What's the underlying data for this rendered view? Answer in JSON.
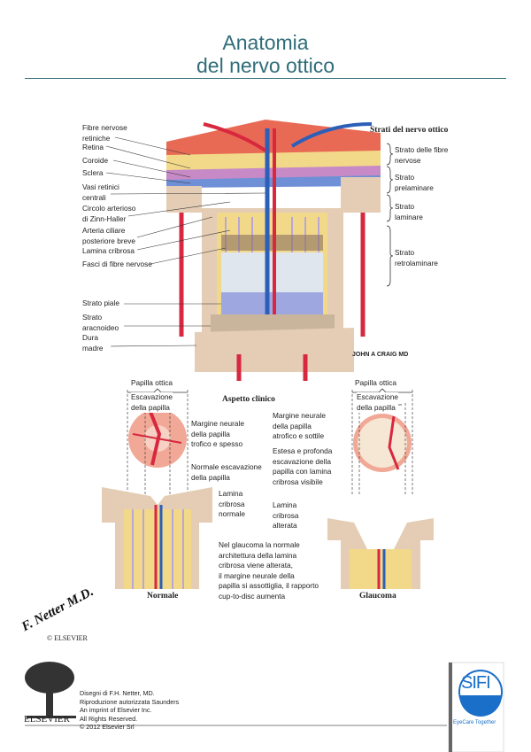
{
  "title": {
    "line1": "Anatomia",
    "line2": "del nervo ottico"
  },
  "left_labels": [
    "Fibre nervose\nretiniche",
    "Retina",
    "Coroide",
    "Sclera",
    "Vasi retinici\ncentrali",
    "Circolo arterioso\ndi Zinn-Haller",
    "Arteria ciliare\nposteriore breve",
    "Lamina cribrosa",
    "Fasci di fibre nervose",
    "Strato piale",
    "Strato\naracnoideo",
    "Dura\nmadre"
  ],
  "layers": {
    "heading": "Strati del nervo ottico",
    "items": [
      "Strato delle fibre\nnervose",
      "Strato\nprelaminare",
      "Strato\nlaminare",
      "Strato\nretrolaminare"
    ]
  },
  "artist_signature": "JOHN A CRAIG MD",
  "clinical": {
    "heading": "Aspetto clinico",
    "normal": {
      "papilla": "Papilla ottica",
      "cup": "Escavazione\ndella papilla",
      "rim": "Margine neurale\ndella papilla\ntrofico e spesso",
      "cup_note": "Normale escavazione\ndella papilla",
      "lamina": "Lamina\ncribrosa\nnormale",
      "caption": "Normale"
    },
    "glaucoma": {
      "papilla": "Papilla ottica",
      "cup": "Escavazione\ndella papilla",
      "rim": "Margine neurale\ndella papilla\natrofico e sottile",
      "cup_note": "Estesa e profonda\nescavazione della\npapilla con lamina\ncribrosa visibile",
      "lamina": "Lamina\ncribrosa\nalterata",
      "caption": "Glaucoma"
    },
    "note": "Nel glaucoma la normale\narchitettura della lamina\ncribrosa viene alterata,\nil margine neurale della\npapilla si assottiglia, il rapporto\ncup-to-disc aumenta"
  },
  "netter_signature": "F. Netter M.D.",
  "netter_copyright": "© ELSEVIER",
  "footer": {
    "publisher_logo": "ELSEVIER",
    "credits": "Disegni di F.H. Netter, MD.\nRiproduzione autorizzata Saunders\nAn imprint of Elsevier Inc.\nAll Rights Reserved.\n© 2012 Elsevier Srl",
    "sponsor_logo": "SIFI",
    "sponsor_tagline": "EyeCare Together"
  },
  "colors": {
    "title": "#2f6d78",
    "artery": "#d8283f",
    "vein": "#2c5fb8",
    "nerve": "#f2d98a",
    "sheath": "#e4cdb4"
  }
}
